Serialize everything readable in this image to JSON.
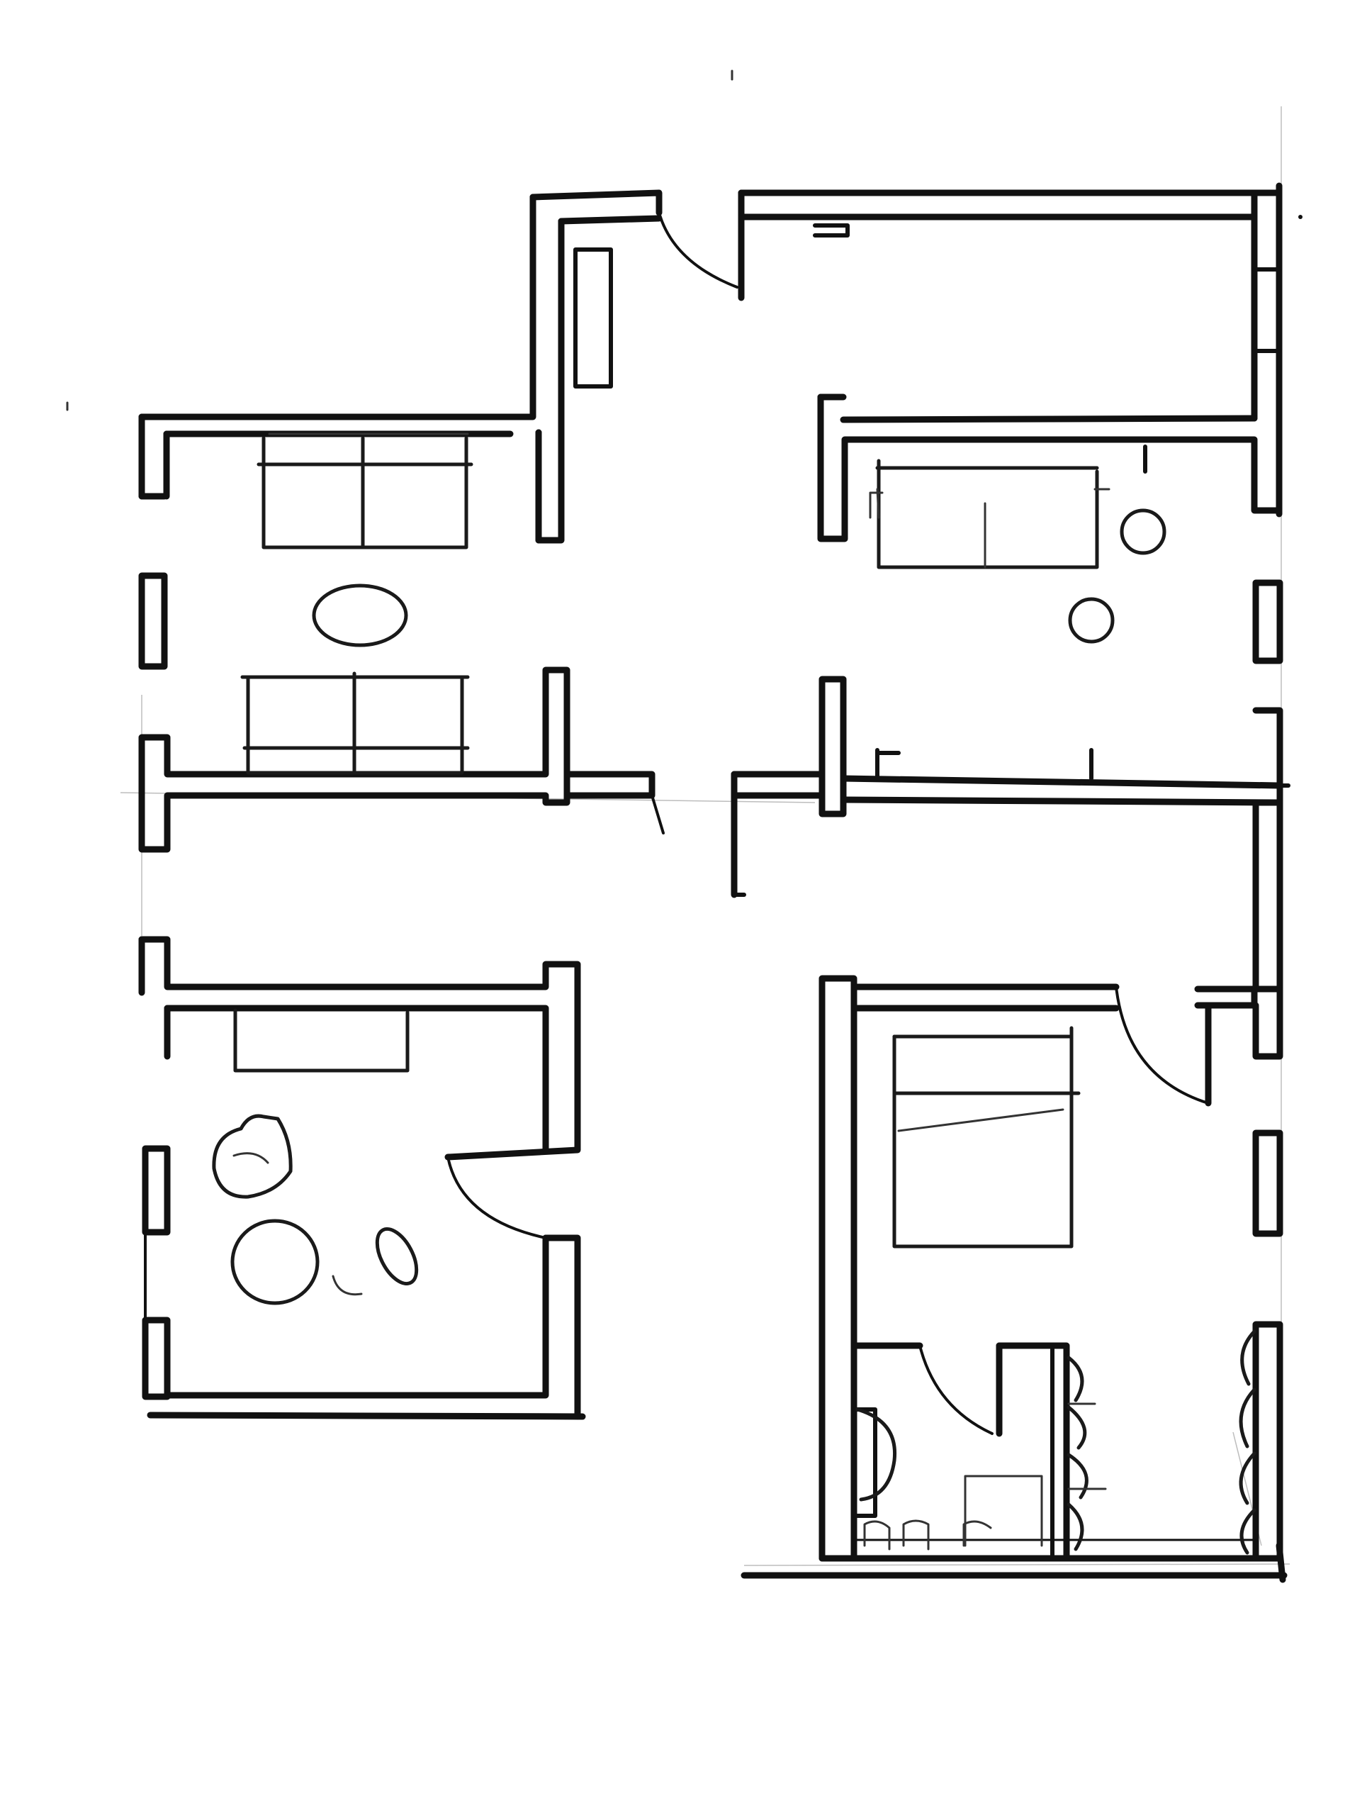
{
  "drawing": {
    "kind": "floor-plan-sketch",
    "medium": "hand-drawn ink",
    "colors": {
      "paper": "#ffffff",
      "ink": "#111111",
      "guide": "#bdbdbd"
    },
    "rooms": [
      {
        "name": "living-room",
        "furniture": [
          "sofa",
          "coffee-table",
          "sofa"
        ]
      },
      {
        "name": "bedroom-upper-right",
        "furniture": [
          "bed",
          "side-table",
          "stool"
        ]
      },
      {
        "name": "lounge-lower-left",
        "furniture": [
          "sideboard",
          "armchair",
          "round-table",
          "chair"
        ]
      },
      {
        "name": "bedroom-lower-right",
        "furniture": [
          "bed",
          "bathroom-fixtures",
          "wardrobe"
        ]
      }
    ],
    "text_labels": []
  }
}
